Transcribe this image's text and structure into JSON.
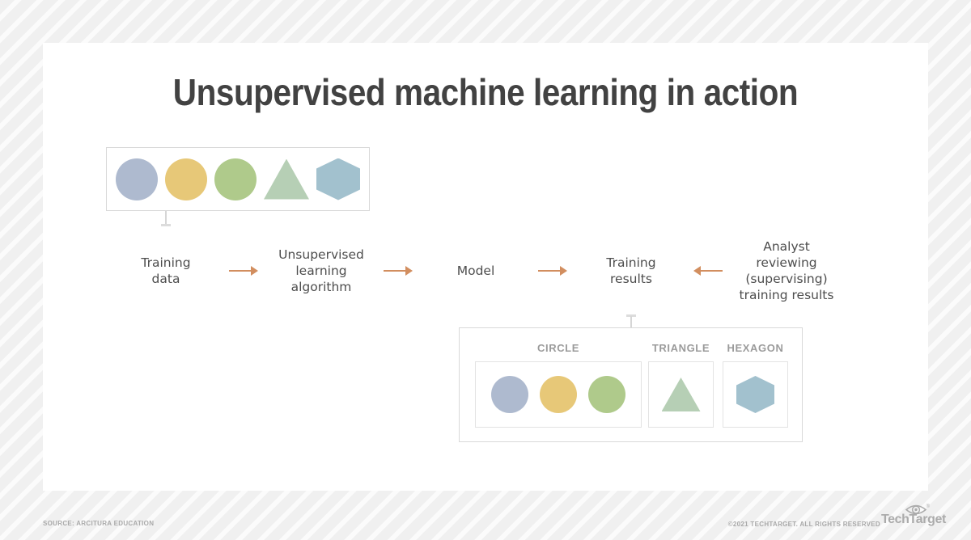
{
  "title": "Unsupervised machine learning in action",
  "colors": {
    "title_text": "#424242",
    "flow_box_bg": "#ece9d2",
    "flow_box_text": "#4d4d4d",
    "arrow": "#d28e5f",
    "circle_blue": "#aebacf",
    "circle_yellow": "#e7c878",
    "circle_green": "#afca8b",
    "triangle_green": "#b6cfb5",
    "hexagon_blue": "#a2c1ce",
    "group_label_text": "#9b9b9b"
  },
  "input_panel": {
    "shapes": [
      "circle-blue",
      "circle-yellow",
      "circle-green",
      "triangle-green",
      "hexagon-blue"
    ]
  },
  "flow": {
    "steps": [
      {
        "label": "Training\ndata"
      },
      {
        "label": "Unsupervised\nlearning\nalgorithm"
      },
      {
        "label": "Model"
      },
      {
        "label": "Training\nresults"
      },
      {
        "label": "Analyst\nreviewing\n(supervising)\ntraining results"
      }
    ],
    "arrow_directions": [
      "right",
      "right",
      "right",
      "left"
    ]
  },
  "results_panel": {
    "groups": [
      {
        "label": "CIRCLE",
        "shapes": [
          "circle-blue",
          "circle-yellow",
          "circle-green"
        ]
      },
      {
        "label": "TRIANGLE",
        "shapes": [
          "triangle-green"
        ]
      },
      {
        "label": "HEXAGON",
        "shapes": [
          "hexagon-blue"
        ]
      }
    ]
  },
  "footer": {
    "source": "SOURCE: ARCITURA EDUCATION",
    "copyright": "©2021 TECHTARGET. ALL RIGHTS RESERVED",
    "brand": "TechTarget",
    "brand_mark": "®"
  }
}
